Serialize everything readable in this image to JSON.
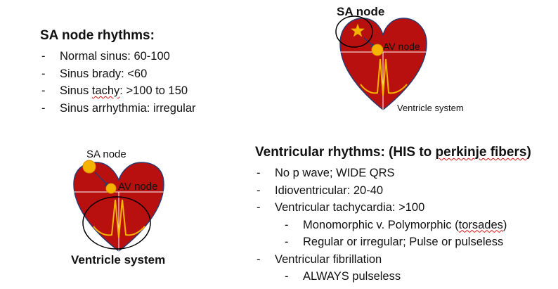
{
  "sa_section": {
    "heading": "SA node rhythms:",
    "items": [
      "Normal sinus: 60-100",
      "Sinus brady: <60",
      {
        "pre": "Sinus ",
        "squiggle": "tachy",
        "post": ": >100 to 150"
      },
      "Sinus arrhythmia: irregular"
    ]
  },
  "ventricular_section": {
    "heading_pre": "Ventricular rhythms: (HIS to ",
    "heading_squiggle": "perkinje fibers",
    "heading_post": ")",
    "items": [
      {
        "text": "No p wave; WIDE QRS",
        "level": 1
      },
      {
        "text": "Idioventricular: 20-40",
        "level": 1
      },
      {
        "text": "Ventricular tachycardia: >100",
        "level": 1
      },
      {
        "text": "Monomorphic v. Polymorphic (",
        "squiggle": "torsades",
        "post": ")",
        "level": 2
      },
      {
        "text": "Regular or irregular; Pulse or pulseless",
        "level": 2
      },
      {
        "text": "Ventricular fibrillation",
        "level": 1
      },
      {
        "text": "ALWAYS pulseless",
        "level": 2
      }
    ]
  },
  "diagram_top": {
    "sa_label": "SA node",
    "av_label": "AV node",
    "ventricle_label": "Ventricle system"
  },
  "diagram_bottom": {
    "sa_label": "SA node",
    "av_label": "AV node",
    "ventricle_label": "Ventricle system"
  },
  "colors": {
    "heart_fill": "#b80f0f",
    "heart_outline": "#2c3a6e",
    "node": "#f5b400",
    "conduction": "#f5b400",
    "highlight_circle": "#000000",
    "divider": "#ffffff"
  }
}
